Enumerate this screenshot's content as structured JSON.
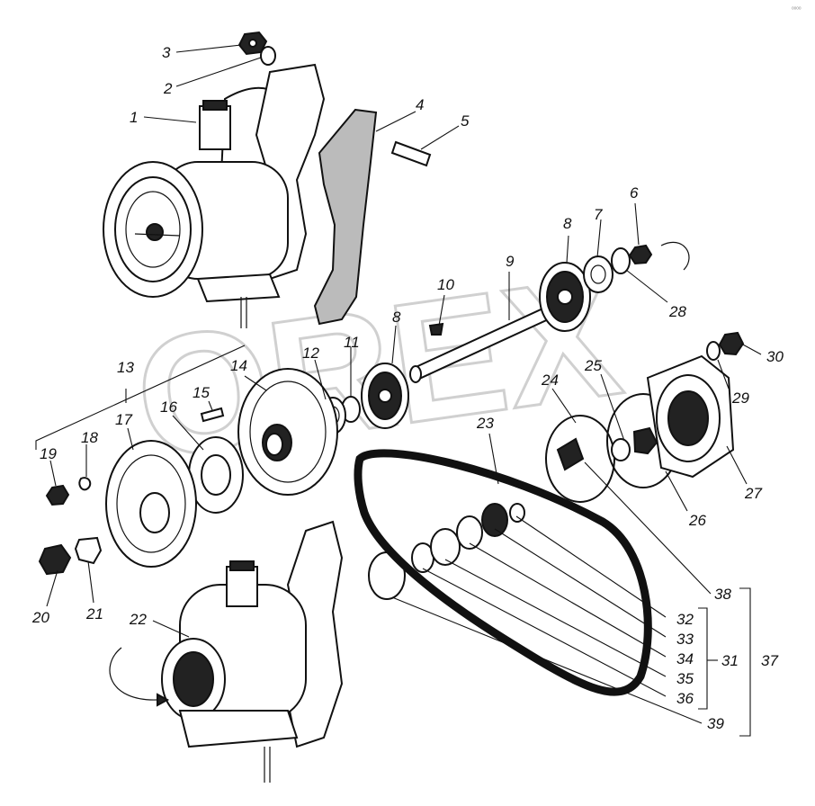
{
  "watermark": "OREX",
  "corner_mark": "ᵒᵒᵒᵒ",
  "parts": [
    {
      "id": "1",
      "label": "1"
    },
    {
      "id": "2",
      "label": "2"
    },
    {
      "id": "3",
      "label": "3"
    },
    {
      "id": "4",
      "label": "4"
    },
    {
      "id": "5",
      "label": "5"
    },
    {
      "id": "6",
      "label": "6"
    },
    {
      "id": "7",
      "label": "7"
    },
    {
      "id": "8a",
      "label": "8"
    },
    {
      "id": "8b",
      "label": "8"
    },
    {
      "id": "9",
      "label": "9"
    },
    {
      "id": "10",
      "label": "10"
    },
    {
      "id": "11",
      "label": "11"
    },
    {
      "id": "12",
      "label": "12"
    },
    {
      "id": "13",
      "label": "13"
    },
    {
      "id": "14",
      "label": "14"
    },
    {
      "id": "15",
      "label": "15"
    },
    {
      "id": "16",
      "label": "16"
    },
    {
      "id": "17",
      "label": "17"
    },
    {
      "id": "18",
      "label": "18"
    },
    {
      "id": "19",
      "label": "19"
    },
    {
      "id": "20",
      "label": "20"
    },
    {
      "id": "21",
      "label": "21"
    },
    {
      "id": "22",
      "label": "22"
    },
    {
      "id": "23",
      "label": "23"
    },
    {
      "id": "24",
      "label": "24"
    },
    {
      "id": "25",
      "label": "25"
    },
    {
      "id": "26",
      "label": "26"
    },
    {
      "id": "27",
      "label": "27"
    },
    {
      "id": "28",
      "label": "28"
    },
    {
      "id": "29",
      "label": "29"
    },
    {
      "id": "30",
      "label": "30"
    },
    {
      "id": "31",
      "label": "31"
    },
    {
      "id": "32",
      "label": "32"
    },
    {
      "id": "33",
      "label": "33"
    },
    {
      "id": "34",
      "label": "34"
    },
    {
      "id": "35",
      "label": "35"
    },
    {
      "id": "36",
      "label": "36"
    },
    {
      "id": "37",
      "label": "37"
    },
    {
      "id": "38",
      "label": "38"
    },
    {
      "id": "39",
      "label": "39"
    }
  ]
}
